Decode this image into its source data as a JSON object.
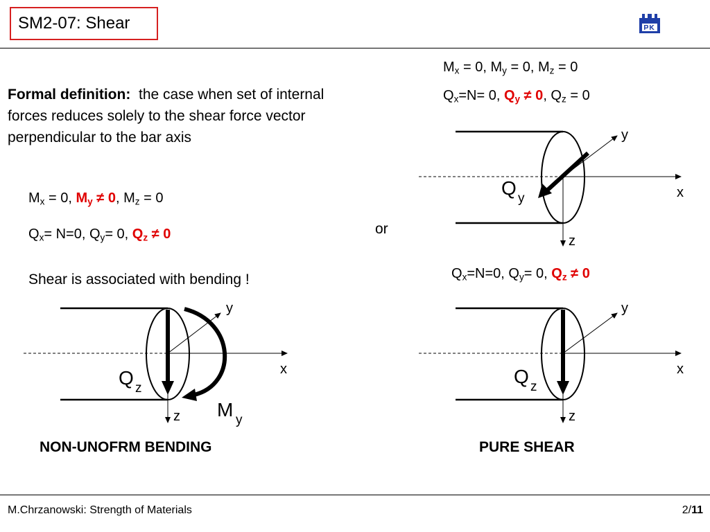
{
  "header": {
    "title": "SM2-07: Shear"
  },
  "definition": {
    "label": "Formal definition:",
    "text": "the case when set of internal forces reduces solely to the shear force vector perpendicular  to the bar axis"
  },
  "left_equations": {
    "line1": {
      "a": "M",
      "a_sub": "x",
      "b": " = 0, ",
      "c": "M",
      "c_sub": "y",
      "c_tail": " ≠ 0",
      "d": ", M",
      "d_sub": "z",
      "e": " = 0"
    },
    "line2": {
      "a": "Q",
      "a_sub": "x",
      "b": "= N=0, Q",
      "b_sub": "y",
      "c": "= 0, ",
      "d": "Q",
      "d_sub": "z",
      "d_tail": " ≠ 0"
    }
  },
  "right_equations": {
    "line1": {
      "a": "M",
      "a_sub": "x",
      "b": " = 0, M",
      "b_sub": "y",
      "c": " = 0, M",
      "c_sub": "z",
      "d": " = 0"
    },
    "line2": {
      "a": "Q",
      "a_sub": "x",
      "b": "=N= 0, ",
      "c": "Q",
      "c_sub": "y",
      "c_tail": " ≠ 0",
      "d": ", Q",
      "d_sub": "z",
      "e": " = 0"
    },
    "line3": {
      "a": "Q",
      "a_sub": "x",
      "b": "=N=0, Q",
      "b_sub": "y",
      "c": "= 0, ",
      "d": "Q",
      "d_sub": "z",
      "d_tail": " ≠ 0"
    }
  },
  "or_label": "or",
  "shear_note": "Shear is associated with bending !",
  "diagrams": {
    "top_right": {
      "y": "y",
      "x": "x",
      "z": "z",
      "force": "Q",
      "force_sub": "y"
    },
    "bottom_left": {
      "y": "y",
      "x": "x",
      "z": "z",
      "force": "Q",
      "force_sub": "z",
      "moment": "M",
      "moment_sub": "y"
    },
    "bottom_right": {
      "y": "y",
      "x": "x",
      "z": "z",
      "force": "Q",
      "force_sub": "z"
    }
  },
  "captions": {
    "left": "NON-UNOFRM BENDING",
    "right": "PURE SHEAR"
  },
  "footer": {
    "left": "M.Chrzanowski: Strength of Materials",
    "page_current": "2",
    "page_sep": "/",
    "page_total": "11"
  },
  "colors": {
    "accent_red": "#e00000",
    "title_border": "#d62020",
    "logo_blue": "#1f3fa8"
  }
}
